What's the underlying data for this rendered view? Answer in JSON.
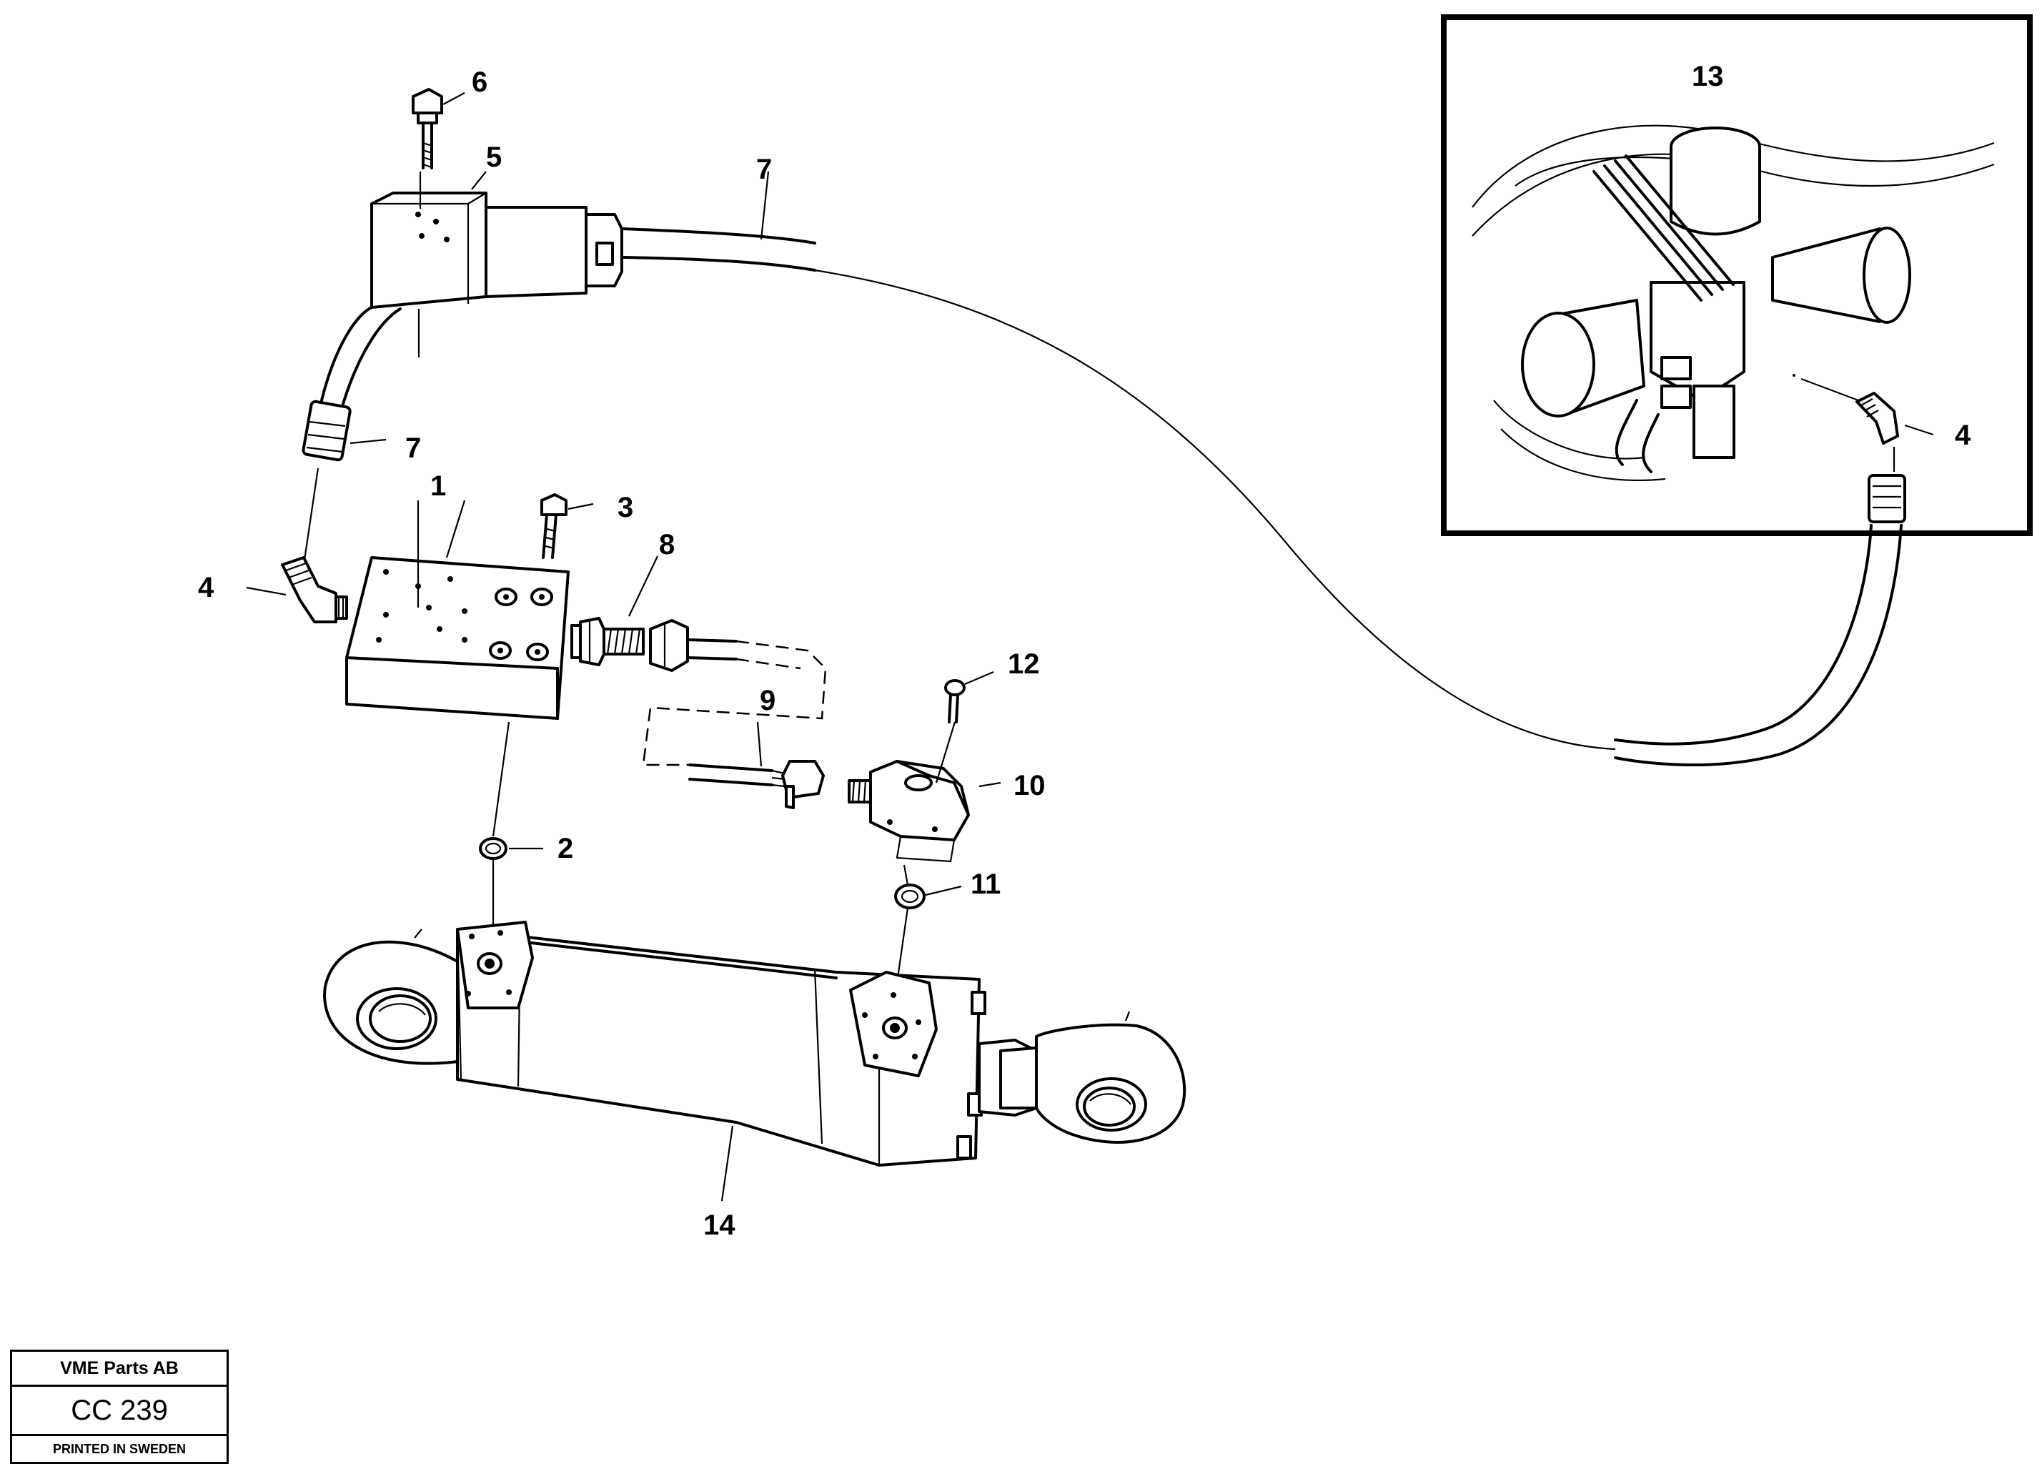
{
  "diagram": {
    "callouts": [
      "1",
      "2",
      "3",
      "4",
      "4",
      "5",
      "6",
      "7",
      "7",
      "8",
      "9",
      "10",
      "11",
      "12",
      "13",
      "14"
    ]
  },
  "title_block": {
    "company": "VME Parts AB",
    "code": "CC 239",
    "printed": "PRINTED IN SWEDEN"
  }
}
